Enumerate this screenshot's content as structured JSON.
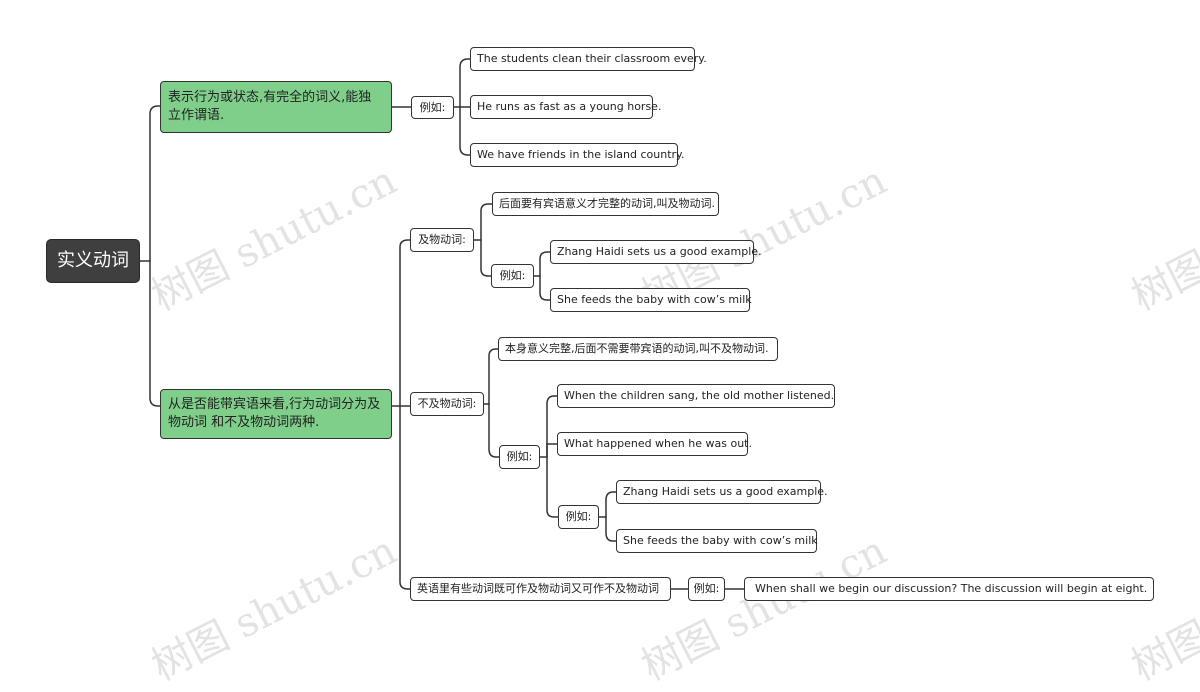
{
  "watermark": "树图 shutu.cn",
  "root": "实义动词",
  "branch1": {
    "title": "表示行为或状态,有完全的词义,能独立作谓语.",
    "example_label": "例如:",
    "examples": [
      "The students clean their classroom every.",
      "He runs as fast as a young horse.",
      "We have friends in the island country."
    ]
  },
  "branch2": {
    "title": "从是否能带宾语来看,行为动词分为及物动词 和不及物动词两种.",
    "transitive": {
      "label": "及物动词:",
      "definition": "后面要有宾语意义才完整的动词,叫及物动词.",
      "example_label": "例如:",
      "examples": [
        "Zhang Haidi sets us a good example.",
        "She feeds the baby with cow’s milk"
      ]
    },
    "intransitive": {
      "label": "不及物动词:",
      "definition": "本身意义完整,后面不需要带宾语的动词,叫不及物动词.",
      "example_label": "例如:",
      "examples": [
        "When the children sang, the old mother listened.",
        "What happened when he was out."
      ],
      "nested_example_label": "例如:",
      "nested_examples": [
        "Zhang Haidi sets us a good example.",
        "She feeds the baby with cow’s milk"
      ]
    },
    "both": {
      "label": "英语里有些动词既可作及物动词又可作不及物动词",
      "example_label": "例如:",
      "example": "When shall we begin our discussion?  The discussion will begin at eight."
    }
  }
}
